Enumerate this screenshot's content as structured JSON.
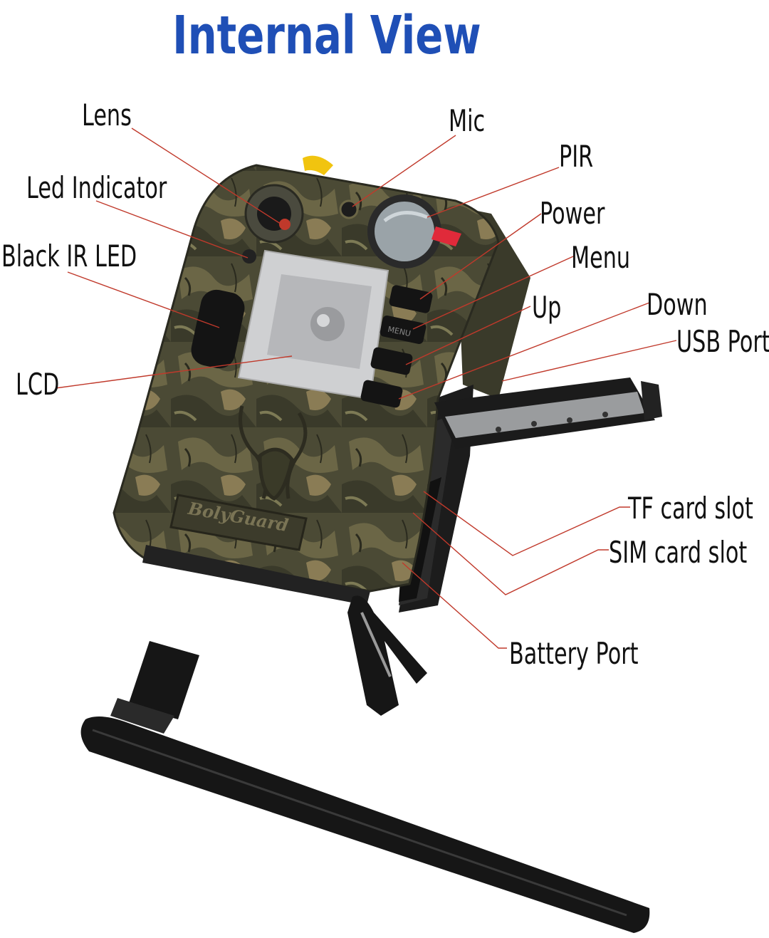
{
  "title": "Internal View",
  "colors": {
    "title": "#1f4fb6",
    "leader_line": "#c0392b",
    "camo_dark": "#3b3a2c",
    "camo_mid": "#5d5b3f",
    "camo_light": "#8a7f5a",
    "antenna": "#161616"
  },
  "labels": {
    "lens": "Lens",
    "mic": "Mic",
    "pir": "PIR",
    "led_indicator": "Led Indicator",
    "power": "Power",
    "black_ir_led": "Black IR LED",
    "menu": "Menu",
    "up": "Up",
    "down": "Down",
    "usb_port": "USB Port",
    "lcd": "LCD",
    "tf_card_slot": "TF card slot",
    "sim_card_slot": "SIM card slot",
    "battery_port": "Battery Port"
  },
  "body_text": {
    "brand": "BolyGuard",
    "menu_button": "MENU"
  }
}
